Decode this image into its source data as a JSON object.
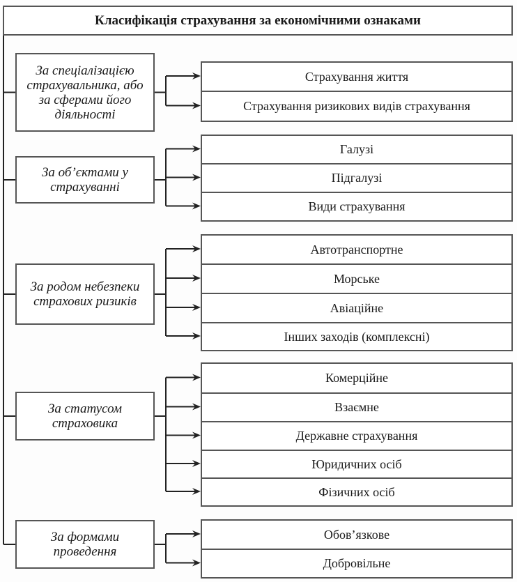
{
  "title": "Класифікація страхування за економічними ознаками",
  "groups": [
    {
      "label": "За спеціалізацією страхувальника, або за сферами його діяльності",
      "items": [
        "Страхування життя",
        "Страхування ризикових видів страхування"
      ]
    },
    {
      "label": "За об’єктами у страхуванні",
      "items": [
        "Галузі",
        "Підгалузі",
        "Види страхування"
      ]
    },
    {
      "label": "За родом небезпеки страхових ризиків",
      "items": [
        "Автотранспортне",
        "Морське",
        "Авіаційне",
        "Інших заходів (комплексні)"
      ]
    },
    {
      "label": "За статусом страховика",
      "items": [
        "Комерційне",
        "Взаємне",
        "Державне страхування",
        "Юридичних осіб",
        "Фізичних осіб"
      ]
    },
    {
      "label": "За формами проведення",
      "items": [
        "Обов’язкове",
        "Добровільне"
      ]
    }
  ]
}
